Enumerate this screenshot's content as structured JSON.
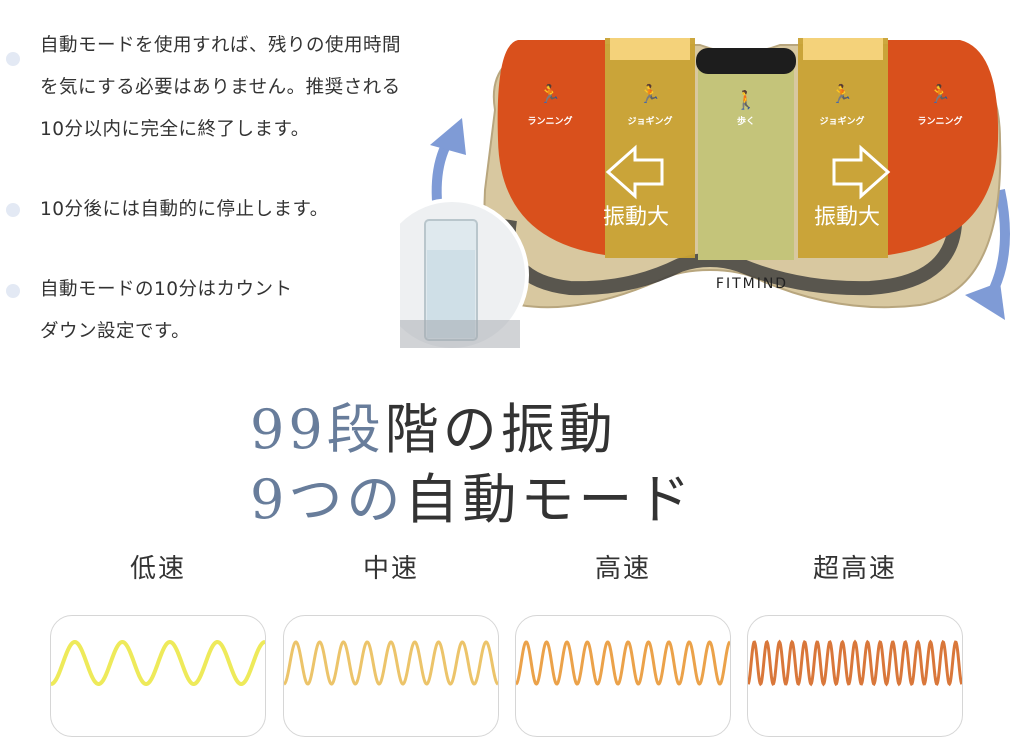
{
  "features": [
    {
      "lines": [
        "自動モードを使用すれば、残りの使用時間",
        "を気にする必要はありません。推奨される",
        "10分以内に完全に終了します。"
      ]
    },
    {
      "lines": [
        "10分後には自動的に停止します。"
      ]
    },
    {
      "lines": [
        "自動モードの10分はカウント",
        "ダウン設定です。"
      ]
    }
  ],
  "device": {
    "brand": "FITMIND",
    "zones": [
      "ランニング",
      "ジョギング",
      "歩く",
      "ジョギング",
      "ランニング"
    ],
    "arrow_labels": [
      "振動大",
      "振動大"
    ]
  },
  "headline": {
    "line1_accent": "99段",
    "line1_rest": "階の振動",
    "line2_accent": "9つの",
    "line2_rest": "自動モード"
  },
  "speeds": [
    {
      "label": "低速",
      "cycles": 4.5,
      "color": "#eeea5a"
    },
    {
      "label": "中速",
      "cycles": 9,
      "color": "#ecc46a"
    },
    {
      "label": "高速",
      "cycles": 10.5,
      "color": "#eba24a"
    },
    {
      "label": "超高速",
      "cycles": 17,
      "color": "#d9773a"
    }
  ]
}
